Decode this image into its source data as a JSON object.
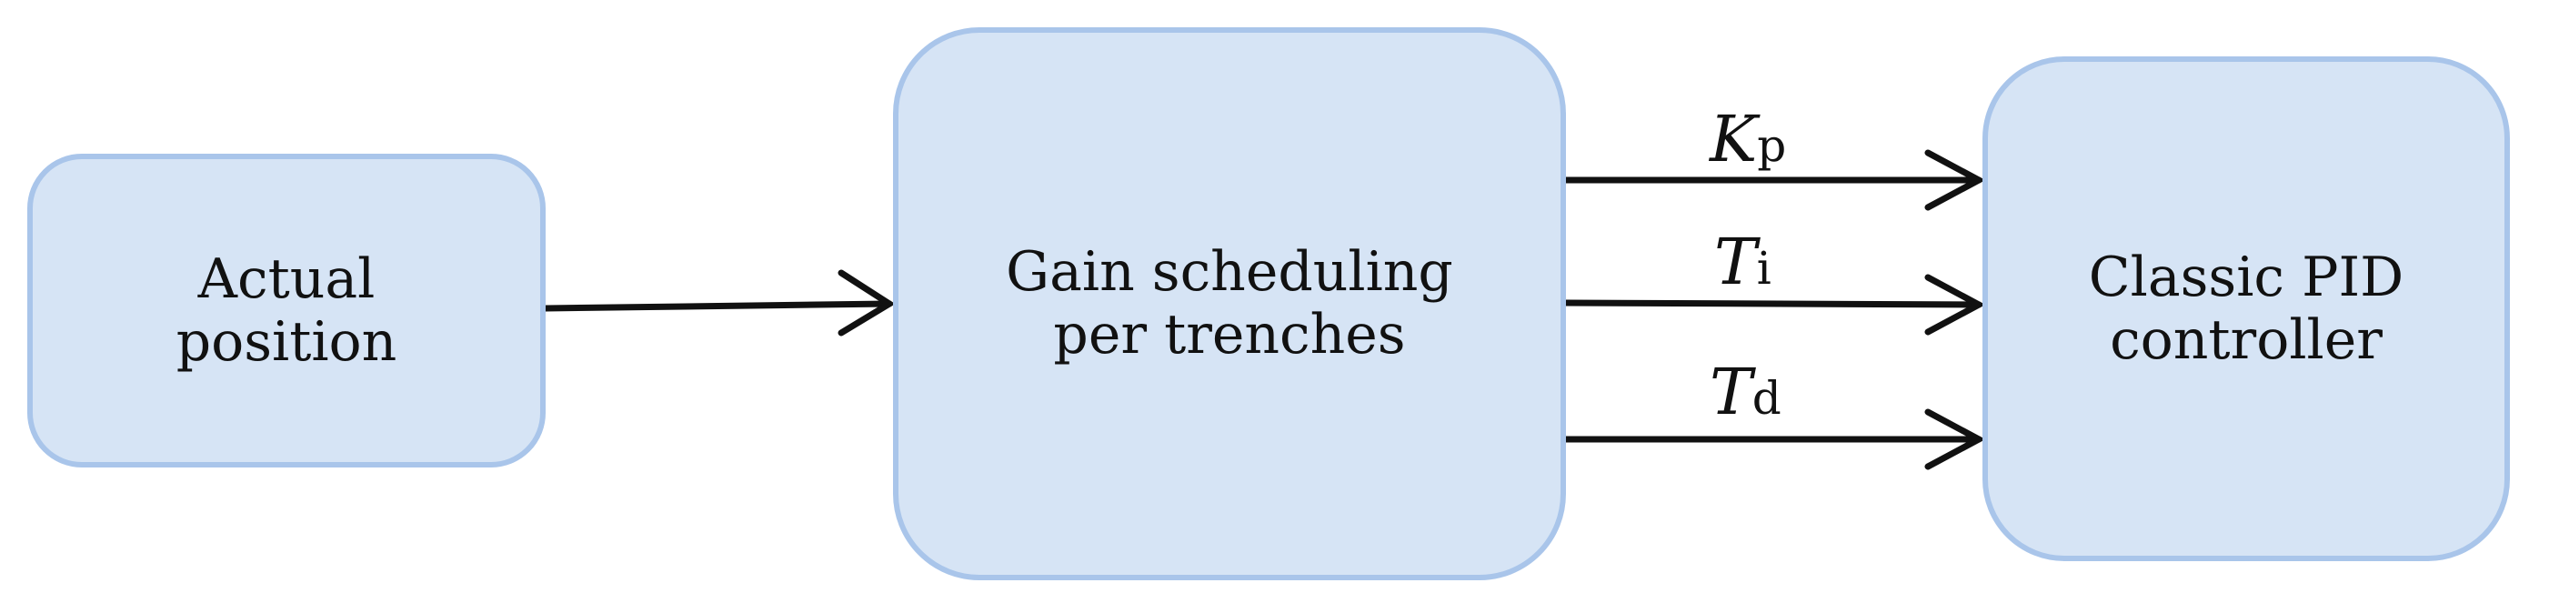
{
  "diagram": {
    "nodes": [
      {
        "id": "actual",
        "lines": [
          "Actual",
          "position"
        ]
      },
      {
        "id": "gain",
        "lines": [
          "Gain scheduling",
          "per trenches"
        ]
      },
      {
        "id": "pid",
        "lines": [
          "Classic PID",
          "controller"
        ]
      }
    ],
    "edges": [
      {
        "from": "actual",
        "to": "gain",
        "symbol": "",
        "subscript": ""
      },
      {
        "from": "gain",
        "to": "pid",
        "symbol": "K",
        "subscript": "p"
      },
      {
        "from": "gain",
        "to": "pid",
        "symbol": "T",
        "subscript": "i"
      },
      {
        "from": "gain",
        "to": "pid",
        "symbol": "T",
        "subscript": "d"
      }
    ],
    "colors": {
      "node_fill": "#d6e4f5",
      "node_border": "#a9c5ea",
      "edge": "#111111"
    }
  }
}
